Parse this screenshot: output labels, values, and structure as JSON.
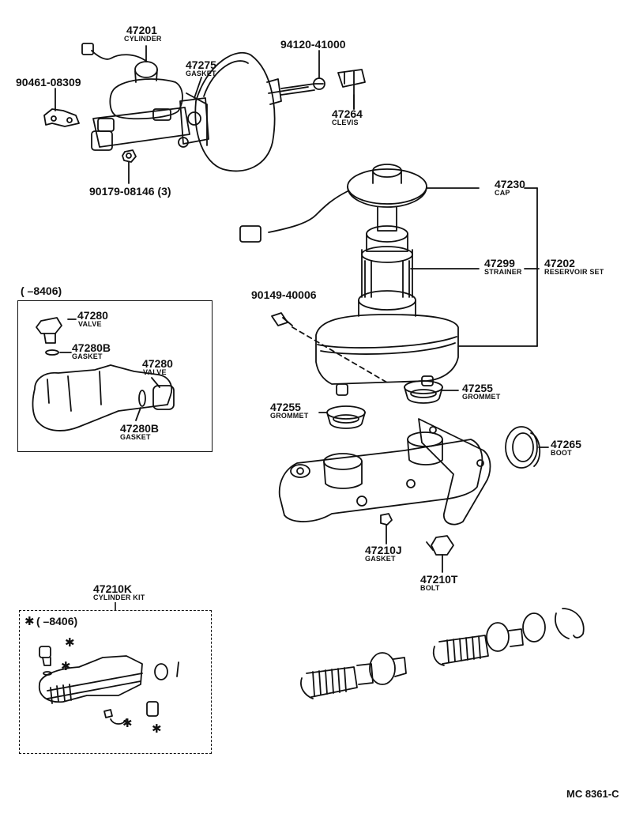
{
  "labels": {
    "p47201": {
      "part": "47201",
      "name": "CYLINDER"
    },
    "p47275": {
      "part": "47275",
      "name": "GASKET"
    },
    "p90461": {
      "part": "90461-08309"
    },
    "p94120": {
      "part": "94120-41000"
    },
    "p47264": {
      "part": "47264",
      "name": "CLEVIS"
    },
    "p90179": {
      "part": "90179-08146 (3)"
    },
    "p47230": {
      "part": "47230",
      "name": "CAP"
    },
    "p47299": {
      "part": "47299",
      "name": "STRAINER"
    },
    "p47202": {
      "part": "47202",
      "name": "RESERVOIR SET"
    },
    "p90149": {
      "part": "90149-40006"
    },
    "p47255a": {
      "part": "47255",
      "name": "GROMMET"
    },
    "p47255b": {
      "part": "47255",
      "name": "GROMMET"
    },
    "p47265": {
      "part": "47265",
      "name": "BOOT"
    },
    "p47210J": {
      "part": "47210J",
      "name": "GASKET"
    },
    "p47210T": {
      "part": "47210T",
      "name": "BOLT"
    },
    "p47210K": {
      "part": "47210K",
      "name": "CYLINDER KIT"
    }
  },
  "inset_valve": {
    "header": "(       –8406)",
    "v1": {
      "part": "47280",
      "name": "VALVE"
    },
    "g1": {
      "part": "47280B",
      "name": "GASKET"
    },
    "v2": {
      "part": "47280",
      "name": "VALVE"
    },
    "g2": {
      "part": "47280B",
      "name": "GASKET"
    }
  },
  "inset_kit": {
    "header_mark": "✱",
    "header": "(       –8406)",
    "mark": "✱"
  },
  "footer": {
    "ref": "MC 8361-C"
  },
  "icons": [
    "brake-booster-icon",
    "master-cylinder-icon",
    "reservoir-icon",
    "grommet-icon",
    "boot-icon",
    "piston-spring-icon",
    "snap-ring-icon",
    "clevis-icon",
    "bolt-icon",
    "valve-icon"
  ]
}
